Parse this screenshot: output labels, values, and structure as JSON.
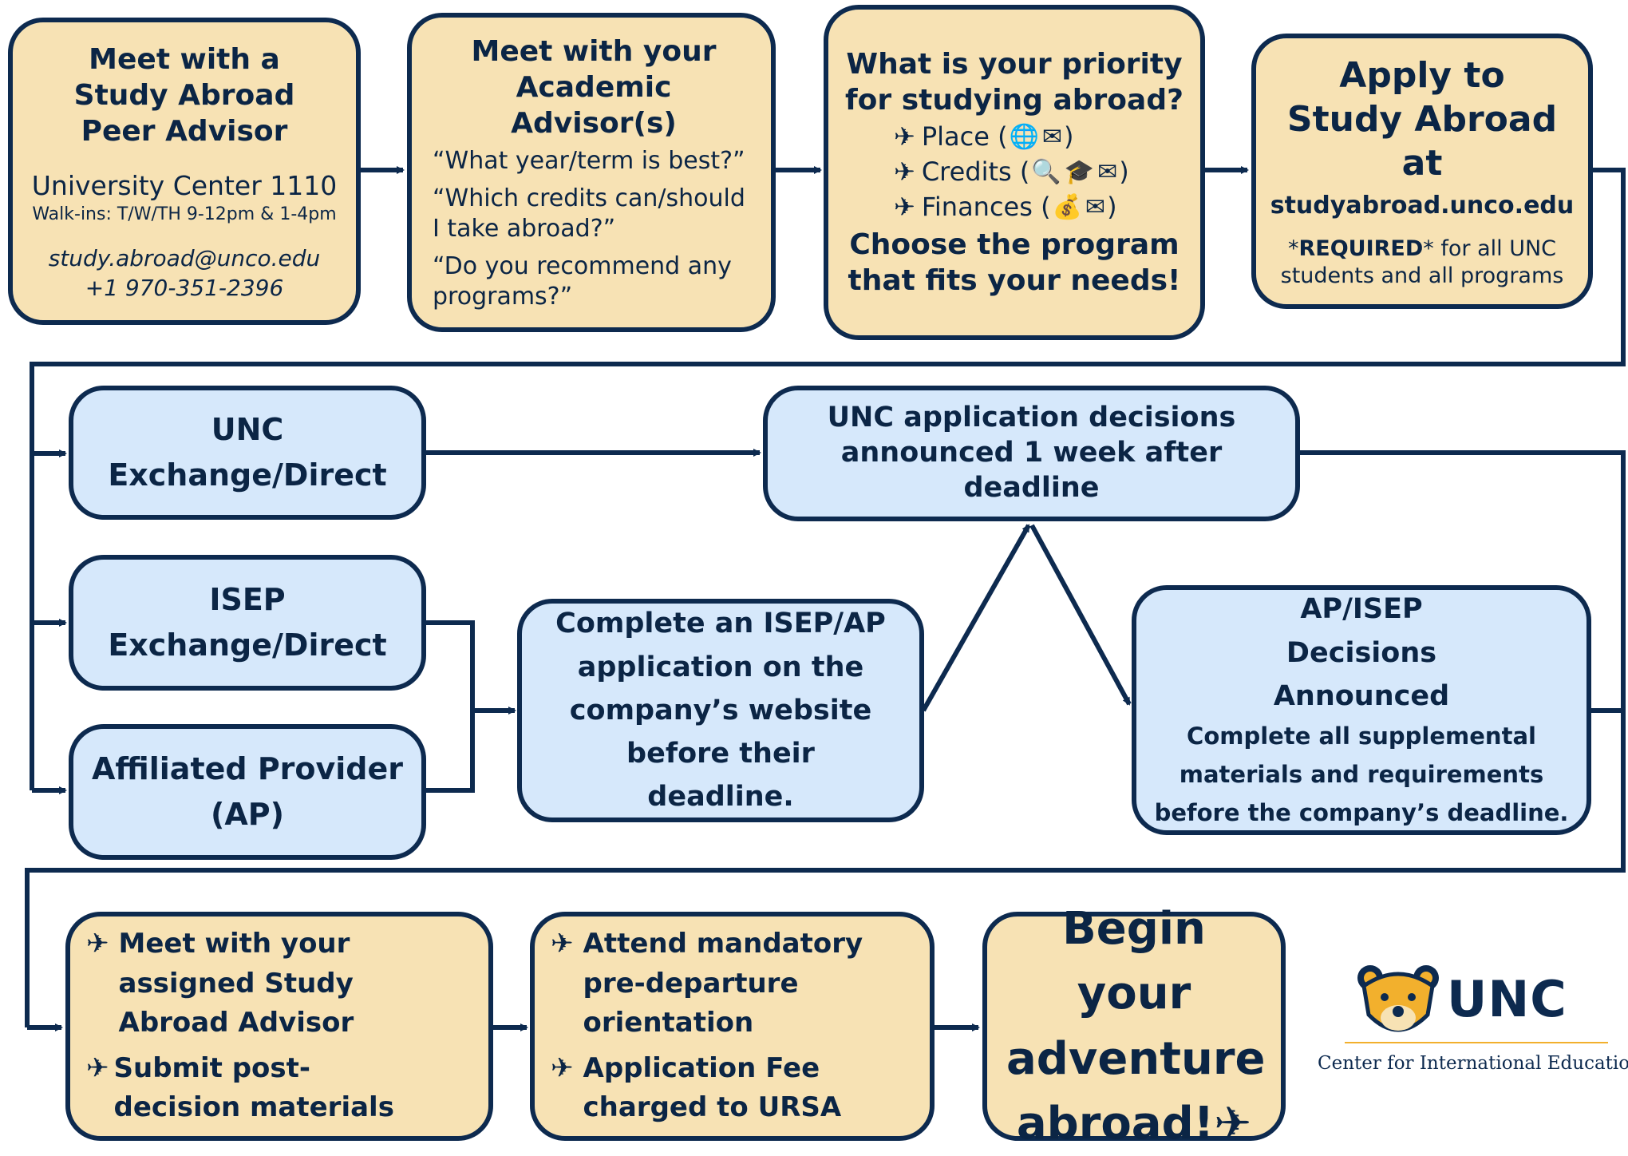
{
  "step1": {
    "title": "Meet with a Study Abroad Peer Advisor",
    "location": "University Center 1110",
    "hours": "Walk-ins: T/W/TH 9-12pm & 1-4pm",
    "email": "study.abroad@unco.edu",
    "phone": "+1 970-351-2396"
  },
  "step2": {
    "title": "Meet with your Academic Advisor(s)",
    "q1": "“What year/term is best?”",
    "q2": "“Which credits can/should I take abroad?”",
    "q3": "“Do you recommend any programs?”"
  },
  "step3": {
    "title": "What is your priority for studying abroad?",
    "place": "Place (",
    "credits": "Credits (",
    "finances": "Finances (",
    "close": ")",
    "footer": "Choose the program that fits your needs!"
  },
  "step4": {
    "title": "Apply to Study Abroad at",
    "url": "studyabroad.unco.edu",
    "req_prefix": "*",
    "req_strong": "REQUIRED",
    "req_suffix": "* for all UNC students and all programs"
  },
  "unc": {
    "line1": "UNC",
    "line2": "Exchange/Direct"
  },
  "isep": {
    "line1": "ISEP",
    "line2": "Exchange/Direct"
  },
  "ap": {
    "line1": "Affiliated Provider",
    "line2": "(AP)"
  },
  "unc_decisions": {
    "text": "UNC application decisions announced 1 week after deadline"
  },
  "complete_app": {
    "text": "Complete an ISEP/AP application on the company’s website before their deadline."
  },
  "ap_decisions": {
    "title": "AP/ISEP Decisions Announced",
    "body": "Complete all supplemental materials and requirements before the company’s deadline."
  },
  "meet_assigned": {
    "item1": "Meet with your assigned Study Abroad Advisor",
    "item2": "Submit post-decision materials"
  },
  "orientation": {
    "item1": "Attend mandatory pre-departure orientation",
    "item2": "Application Fee charged to URSA"
  },
  "begin": {
    "text": "Begin your adventure abroad!"
  },
  "logo": {
    "wordmark": "UNC",
    "subtitle": "Center for International Education"
  },
  "icons": {
    "plane": "airplane-icon",
    "globe": "globe-icon",
    "mail": "mail-icon",
    "search": "magnifier-icon",
    "grad": "graduation-cap-icon",
    "money": "money-bag-icon"
  },
  "colors": {
    "navy": "#0d2a4f",
    "tan": "#f7e2b4",
    "lightblue": "#d6e8fb",
    "gold": "#f2b02d"
  }
}
